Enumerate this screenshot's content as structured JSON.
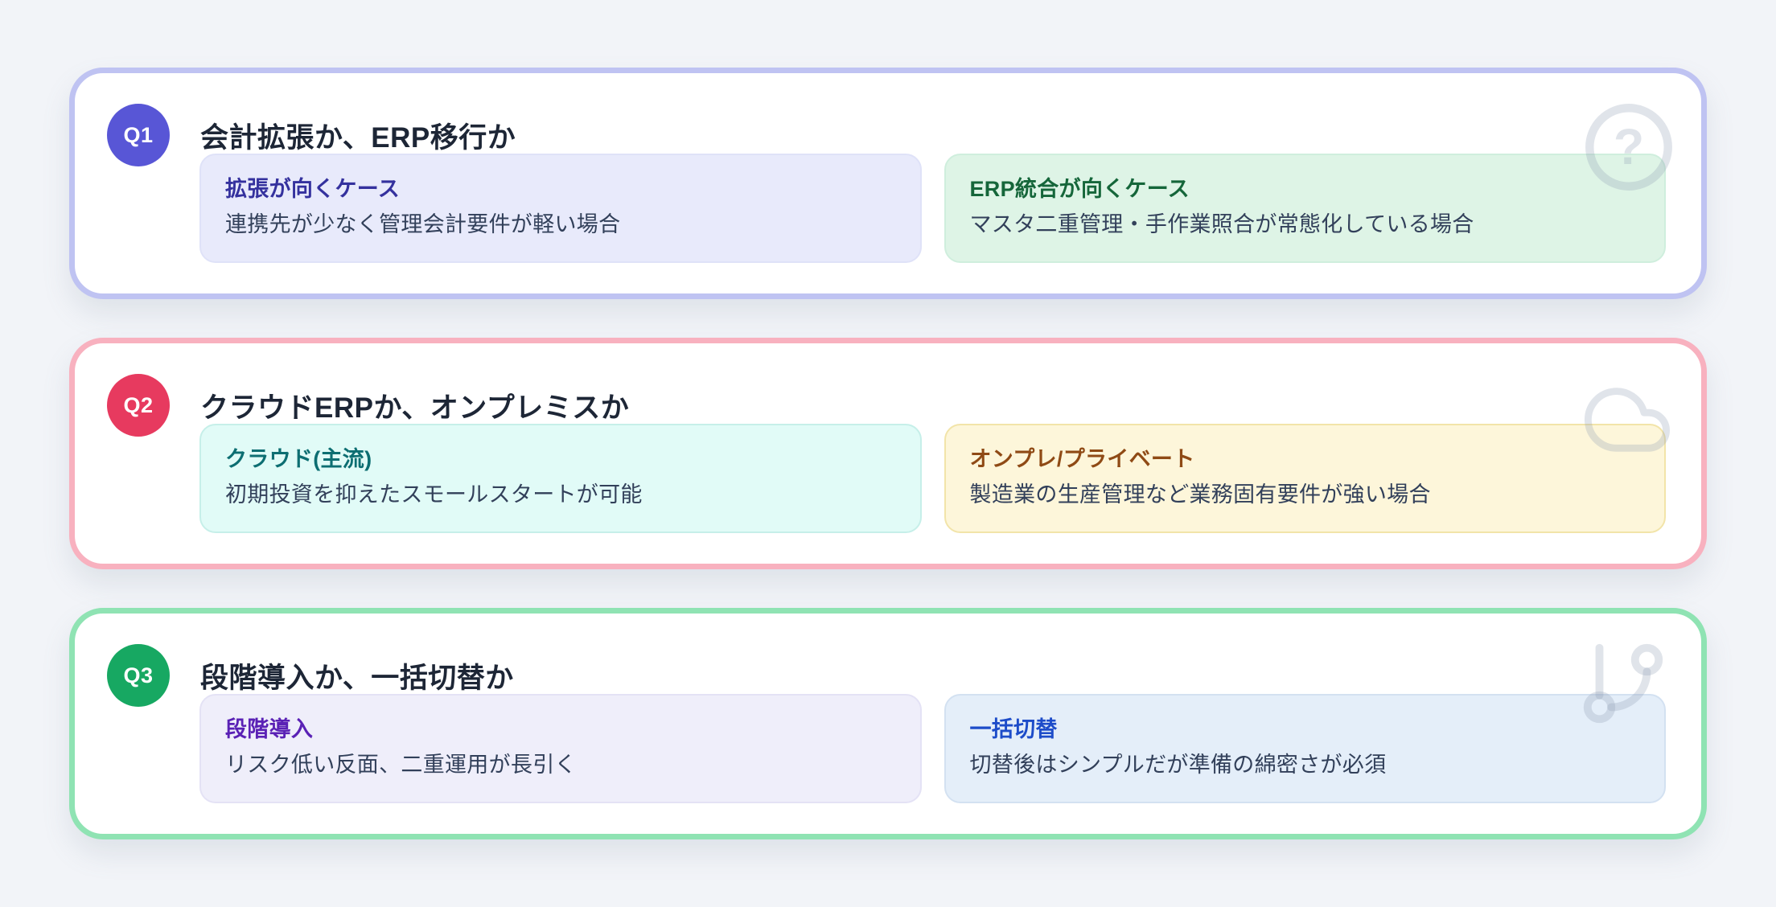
{
  "page": {
    "background": "#f2f4f8"
  },
  "cards": [
    {
      "badge": {
        "label": "Q1",
        "color": "#5856d6"
      },
      "border_color": "#bfc3f2",
      "title": "会計拡張か、ERP移行か",
      "watermark_icon": "question-icon",
      "options": [
        {
          "heading": "拡張が向くケース",
          "heading_color": "#34319e",
          "bg_color": "#e8eafb",
          "border_color": "#dfe2f8",
          "body": "連携先が少なく管理会計要件が軽い場合"
        },
        {
          "heading": "ERP統合が向くケース",
          "heading_color": "#15663a",
          "bg_color": "#def4e6",
          "border_color": "#cfeedd",
          "body": "マスタ二重管理・手作業照合が常態化している場合"
        }
      ]
    },
    {
      "badge": {
        "label": "Q2",
        "color": "#e73a5f"
      },
      "border_color": "#f8b1bf",
      "title": "クラウドERPか、オンプレミスか",
      "watermark_icon": "cloud-icon",
      "options": [
        {
          "heading": "クラウド(主流)",
          "heading_color": "#0d6e72",
          "bg_color": "#e1fbf7",
          "border_color": "#c6efe9",
          "body": "初期投資を抑えたスモールスタートが可能"
        },
        {
          "heading": "オンプレ/プライベート",
          "heading_color": "#8f4a15",
          "bg_color": "#fdf6da",
          "border_color": "#f2e4a9",
          "body": "製造業の生産管理など業務固有要件が強い場合"
        }
      ]
    },
    {
      "badge": {
        "label": "Q3",
        "color": "#17a862"
      },
      "border_color": "#8fe3b3",
      "title": "段階導入か、一括切替か",
      "watermark_icon": "git-branch-icon",
      "options": [
        {
          "heading": "段階導入",
          "heading_color": "#5a21b5",
          "bg_color": "#efeefa",
          "border_color": "#e4e2f5",
          "body": "リスク低い反面、二重運用が長引く"
        },
        {
          "heading": "一括切替",
          "heading_color": "#1d4cc9",
          "bg_color": "#e4eef9",
          "border_color": "#d3e1f1",
          "body": "切替後はシンプルだが準備の綿密さが必須"
        }
      ]
    }
  ]
}
